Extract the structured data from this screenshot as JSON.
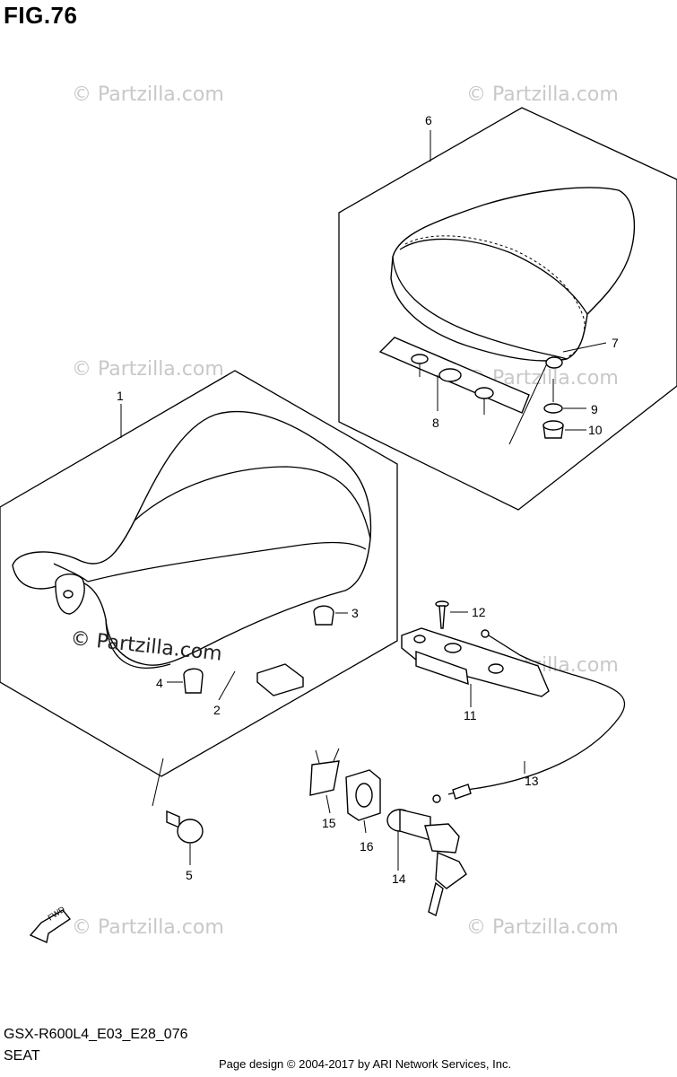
{
  "figure": {
    "title": "FIG.76",
    "model_code": "GSX-R600L4_E03_E28_076",
    "name": "SEAT",
    "footer": "Page design © 2004-2017 by ARI Network Services, Inc.",
    "fwd_label": "FWD"
  },
  "watermark": {
    "text": "© Partzilla.com",
    "prominent_text": "© Partzilla.com"
  },
  "callouts": [
    "1",
    "2",
    "3",
    "4",
    "5",
    "6",
    "7",
    "8",
    "9",
    "10",
    "11",
    "12",
    "13",
    "14",
    "15",
    "16"
  ]
}
